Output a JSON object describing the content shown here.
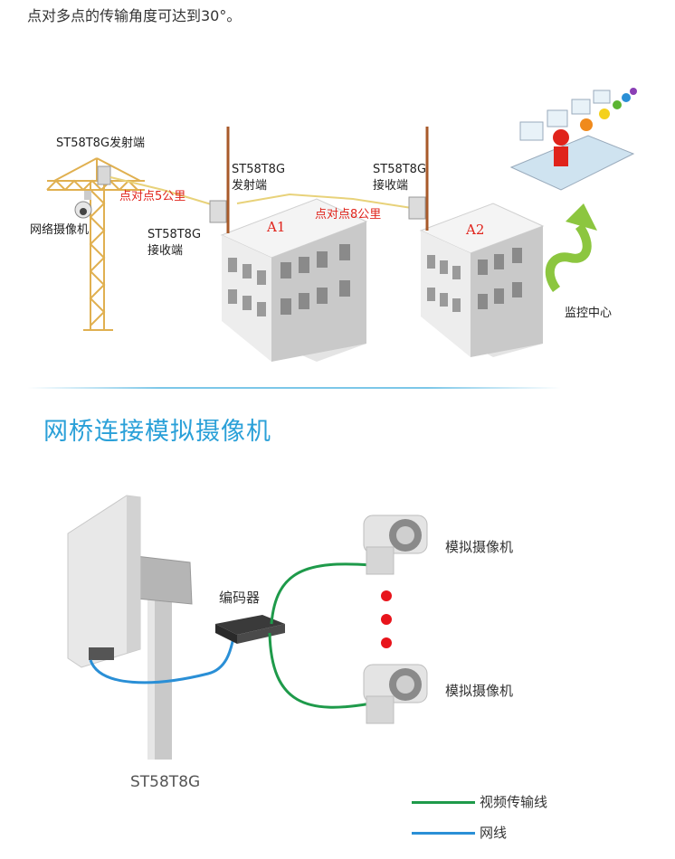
{
  "intro_text": "点对多点的传输角度可达到30°。",
  "top_diagram": {
    "crane_device_label": "ST58T8G发射端",
    "camera_label": "网络摄像机",
    "link1_label": "点对点5公里",
    "a1_tx_label_line1": "ST58T8G",
    "a1_tx_label_line2": "发射端",
    "a1_rx_label_line1": "ST58T8G",
    "a1_rx_label_line2": "接收端",
    "link2_label": "点对点8公里",
    "a2_rx_label_line1": "ST58T8G",
    "a2_rx_label_line2": "接收端",
    "building1_name": "A1",
    "building2_name": "A2",
    "monitor_center_label": "监控中心"
  },
  "section_title": "网桥连接模拟摄像机",
  "bottom_diagram": {
    "encoder_label": "编码器",
    "camera1_label": "模拟摄像机",
    "camera2_label": "模拟摄像机",
    "device_label": "ST58T8G"
  },
  "legend": {
    "video_line_label": "视频传输线",
    "video_line_color": "#1e9a4a",
    "network_line_label": "网线",
    "network_line_color": "#2a8fd6"
  }
}
